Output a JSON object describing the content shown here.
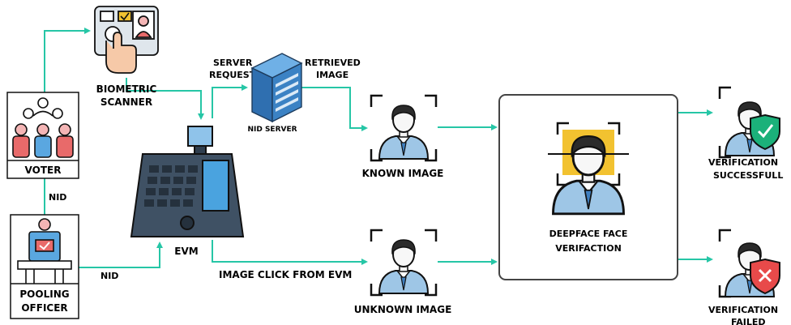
{
  "labels": {
    "voter": "VOTER",
    "nid_left": "NID",
    "pooling_line1": "POOLING",
    "pooling_line2": "OFFICER",
    "nid_bottom": "NID",
    "biometric_line1": "BIOMETRIC",
    "biometric_line2": "SCANNER",
    "evm": "EVM",
    "server_request_line1": "SERVER",
    "server_request_line2": "REQUEST",
    "nid_server": "NID SERVER",
    "retrieved_line1": "RETRIEVED",
    "retrieved_line2": "IMAGE",
    "known_image": "KNOWN IMAGE",
    "image_click": "IMAGE CLICK FROM  EVM",
    "unknown_image": "UNKNOWN IMAGE",
    "deepface_line1": "DEEPFACE FACE",
    "deepface_line2": "VERIFACTION",
    "success_line1": "VERIFICATION",
    "success_line2": "SUCCESSFULL",
    "failed_line1": "VERIFICATION",
    "failed_line2": "FAILED"
  },
  "colors": {
    "arrow": "#26c6a6",
    "screen": "#4aa3df",
    "server": "#3b82c4",
    "face_frame": "#f2c230",
    "success_shield": "#1bb17a",
    "failed_shield": "#e84a4a",
    "shirt": "#9ec6e6",
    "tie": "#3f7fbf",
    "hair": "#2b2b2b"
  },
  "icons": [
    "voter-group-icon",
    "pooling-officer-icon",
    "biometric-scanner-icon",
    "evm-icon",
    "nid-server-icon",
    "known-person-icon",
    "unknown-person-icon",
    "face-scan-icon",
    "verified-person-icon",
    "rejected-person-icon"
  ]
}
